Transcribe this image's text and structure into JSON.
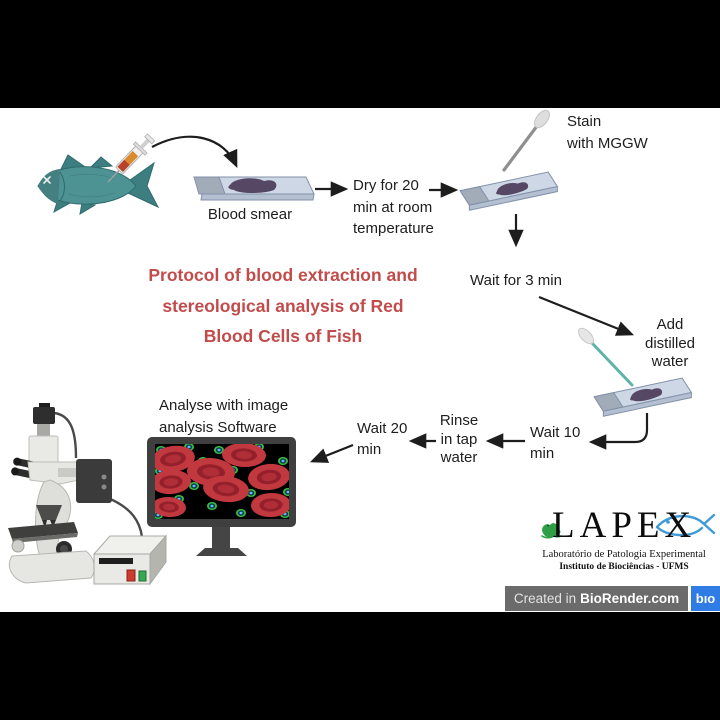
{
  "title": {
    "lines": [
      "Protocol of blood extraction and",
      "stereological analysis of Red",
      "Blood Cells of Fish"
    ],
    "color": "#c24b4b"
  },
  "labels": {
    "blood_smear": "Blood smear",
    "dry": [
      "Dry for 20",
      "min at room",
      "temperature"
    ],
    "stain": [
      "Stain",
      "with MGGW"
    ],
    "wait3": "Wait for 3 min",
    "add_water": [
      "Add",
      "distilled",
      "water"
    ],
    "wait10": [
      "Wait 10",
      "min"
    ],
    "rinse": [
      "Rinse",
      "in tap",
      "water"
    ],
    "wait20": [
      "Wait 20",
      "min"
    ],
    "analyse": [
      "Analyse with image",
      "analysis Software"
    ]
  },
  "logo": {
    "name": "LAPEX",
    "subtitle": "Laboratório de Patologia Experimental",
    "institution": "Instituto de Biociências - UFMS"
  },
  "badge": {
    "prefix": "Created in",
    "brand": "BioRender.com",
    "bio_logo": "bıo"
  },
  "illustrations": [
    "dead-fish-with-syringe",
    "blood-smear-slide",
    "stained-slide-with-applicator",
    "slide-with-cotton-swab",
    "monitor-with-red-blood-cells",
    "optical-microscope-with-camera",
    "power-supply-box",
    "lapex-frog",
    "lapex-fish"
  ],
  "colors": {
    "title_text": "#c24b4b",
    "label_text": "#1d1d1d",
    "fish_body": "#4e9394",
    "fish_fins": "#3d7e80",
    "slide_glass": "#cdd7e5",
    "slide_frost": "#a2abb8",
    "smear": "#564764",
    "swab_stick_gray": "#8f8f8f",
    "swab_stick_teal": "#5fb3a9",
    "rbc_red": "#c2383f",
    "cell_green": "#3cbd3c",
    "cell_blue": "#5fc0f0",
    "monitor_frame": "#3f3f3f",
    "badge_bg": "#6b6b6b",
    "badge_blue": "#2e7ce4",
    "logo_fish_blue": "#3f9bd8",
    "logo_frog_green": "#2f9e44"
  }
}
